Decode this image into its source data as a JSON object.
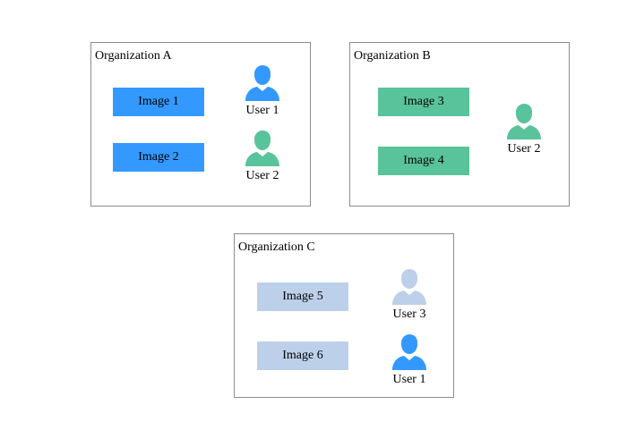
{
  "colors": {
    "blue": "#3399ff",
    "green": "#59c39b",
    "light_blue": "#bcd0ea",
    "border": "#8c8c8c"
  },
  "organizations": [
    {
      "title": "Organization A",
      "images": [
        {
          "label": "Image 1",
          "color": "#3399ff"
        },
        {
          "label": "Image 2",
          "color": "#3399ff"
        }
      ],
      "users": [
        {
          "label": "User 1",
          "color": "#3399ff",
          "icon": "user-icon"
        },
        {
          "label": "User 2",
          "color": "#59c39b",
          "icon": "user-icon"
        }
      ]
    },
    {
      "title": "Organization B",
      "images": [
        {
          "label": "Image 3",
          "color": "#59c39b"
        },
        {
          "label": "Image 4",
          "color": "#59c39b"
        }
      ],
      "users": [
        {
          "label": "User 2",
          "color": "#59c39b",
          "icon": "user-icon"
        }
      ]
    },
    {
      "title": "Organization C",
      "images": [
        {
          "label": "Image 5",
          "color": "#bcd0ea"
        },
        {
          "label": "Image 6",
          "color": "#bcd0ea"
        }
      ],
      "users": [
        {
          "label": "User 3",
          "color": "#bcd0ea",
          "icon": "user-icon"
        },
        {
          "label": "User 1",
          "color": "#3399ff",
          "icon": "user-icon"
        }
      ]
    }
  ]
}
